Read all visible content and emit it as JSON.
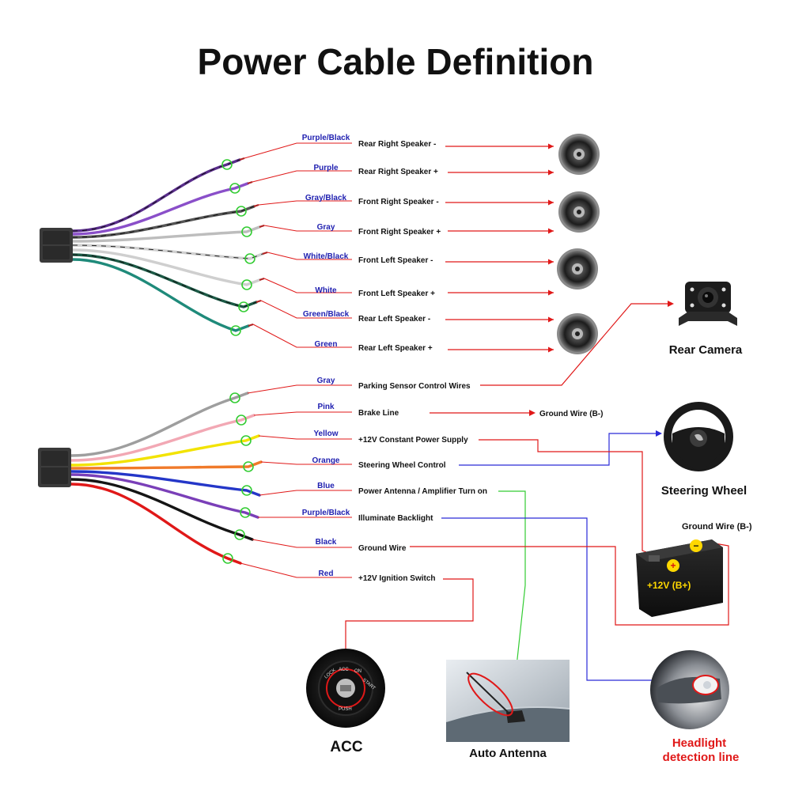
{
  "title": "Power Cable Definition",
  "colors": {
    "annotation_line": "#e01818",
    "blue_line": "#2a2ad8",
    "green_line": "#33cc33",
    "connector": "#3a3a3a",
    "color_label": "#1f1fb0"
  },
  "speaker_group": [
    {
      "color_name": "Purple/Black",
      "function": "Rear Right Speaker -",
      "wire": "#5a2d8c",
      "stripe": "#111111"
    },
    {
      "color_name": "Purple",
      "function": "Rear Right Speaker +",
      "wire": "#8a4fc9",
      "stripe": ""
    },
    {
      "color_name": "Gray/Black",
      "function": "Front Right Speaker -",
      "wire": "#555555",
      "stripe": "#111111"
    },
    {
      "color_name": "Gray",
      "function": "Front Right Speaker +",
      "wire": "#bdbdbd",
      "stripe": ""
    },
    {
      "color_name": "White/Black",
      "function": "Front Left Speaker -",
      "wire": "#d8d8d8",
      "stripe": "#222222"
    },
    {
      "color_name": "White",
      "function": "Front Left Speaker +",
      "wire": "#eeeeee",
      "stripe": ""
    },
    {
      "color_name": "Green/Black",
      "function": "Rear Left Speaker -",
      "wire": "#1c5a46",
      "stripe": "#111111"
    },
    {
      "color_name": "Green",
      "function": "Rear Left Speaker +",
      "wire": "#1f8a7a",
      "stripe": ""
    }
  ],
  "power_group": [
    {
      "color_name": "Gray",
      "function": "Parking Sensor Control Wires",
      "wire": "#9e9e9e"
    },
    {
      "color_name": "Pink",
      "function": "Brake Line",
      "wire": "#f2a8b4"
    },
    {
      "color_name": "Yellow",
      "function": "+12V Constant Power Supply",
      "wire": "#f2e300"
    },
    {
      "color_name": "Orange",
      "function": "Steering Wheel Control",
      "wire": "#f07a2a"
    },
    {
      "color_name": "Blue",
      "function": "Power Antenna / Amplifier Turn on",
      "wire": "#2436c8"
    },
    {
      "color_name": "Purple/Black",
      "function": "Illuminate Backlight",
      "wire": "#7a3fb8"
    },
    {
      "color_name": "Black",
      "function": "Ground Wire",
      "wire": "#151515"
    },
    {
      "color_name": "Red",
      "function": "+12V  Ignition Switch",
      "wire": "#e01818"
    }
  ],
  "devices": {
    "rear_camera": "Rear Camera",
    "steering_wheel": "Steering Wheel",
    "ground_wire_brake": "Ground Wire (B-)",
    "ground_wire_battery": "Ground Wire (B-)",
    "battery_text": "+12V  (B+)",
    "acc": "ACC",
    "auto_antenna": "Auto Antenna",
    "headlight_line1": "Headlight",
    "headlight_line2": "detection line",
    "ignition_lock": "LOCK",
    "ignition_acc": "ACC",
    "ignition_on": "ON",
    "ignition_start": "START",
    "ignition_push": "PUSH"
  }
}
